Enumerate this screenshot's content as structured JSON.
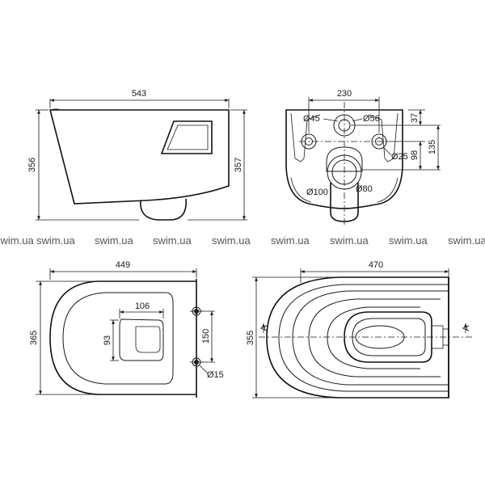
{
  "side_view": {
    "width": "543",
    "height_left": "356",
    "height_right": "357"
  },
  "rear_view": {
    "width": "230",
    "d45": "Ø45",
    "d56": "Ø56",
    "d25": "Ø25",
    "d100": "Ø100",
    "d80": "Ø80",
    "h37": "37",
    "h98": "98",
    "h135": "135"
  },
  "top_view": {
    "width": "449",
    "height": "365",
    "inner_w": "106",
    "inner_h": "93",
    "holes_h": "150",
    "hole_d": "Ø15"
  },
  "front_plan": {
    "width": "470",
    "height": "355",
    "section_left": "A",
    "section_right": "A"
  },
  "watermark": {
    "items": [
      "swim.ua",
      "swim.ua",
      "swim.ua",
      "swim.ua",
      "swim.ua",
      "swim.ua",
      "swim.ua",
      "swim.ua",
      "swim.ua"
    ]
  }
}
